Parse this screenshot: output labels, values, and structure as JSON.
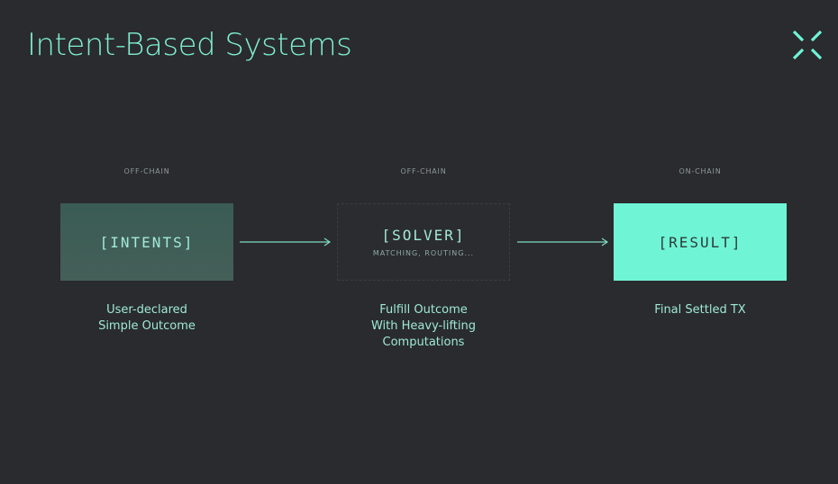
{
  "title": "Intent-Based Systems",
  "logo_icon": "x-mark-icon",
  "colors": {
    "background": "#2a2b2e",
    "accent": "#6ff5d6",
    "intents_box": "#3f5e56"
  },
  "diagram": {
    "stages": [
      {
        "chain": "OFF-CHAIN",
        "label": "[INTENTS]",
        "sublabel": "",
        "caption": [
          "User-declared",
          "Simple Outcome"
        ]
      },
      {
        "chain": "OFF-CHAIN",
        "label": "[SOLVER]",
        "sublabel": "MATCHING, ROUTING...",
        "caption": [
          "Fulfill Outcome",
          "With Heavy-lifting",
          "Computations"
        ]
      },
      {
        "chain": "ON-CHAIN",
        "label": "[RESULT]",
        "sublabel": "",
        "caption": [
          "Final Settled TX"
        ]
      }
    ],
    "arrow_icon": "arrow-right-icon"
  }
}
